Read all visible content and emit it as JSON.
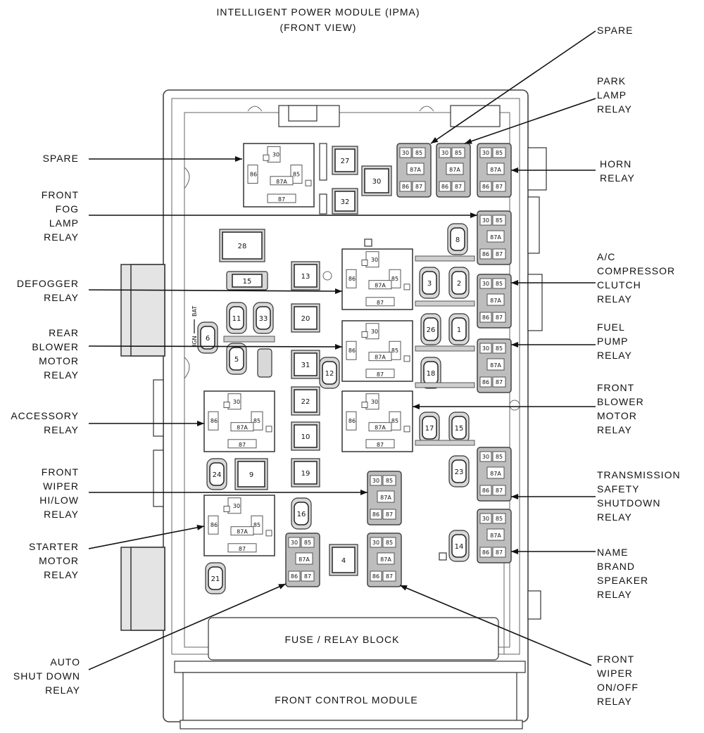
{
  "title": {
    "line1": "INTELLIGENT POWER MODULE (IPMA)",
    "line2": "(FRONT VIEW)"
  },
  "left_labels": {
    "spare": [
      "SPARE"
    ],
    "front_fog_lamp_relay": [
      "FRONT",
      "FOG",
      "LAMP",
      "RELAY"
    ],
    "defogger_relay": [
      "DEFOGGER",
      "RELAY"
    ],
    "rear_blower_motor_relay": [
      "REAR",
      "BLOWER",
      "MOTOR",
      "RELAY"
    ],
    "accessory_relay": [
      "ACCESSORY",
      "RELAY"
    ],
    "front_wiper_hi_low_relay": [
      "FRONT",
      "WIPER",
      "HI/LOW",
      "RELAY"
    ],
    "starter_motor_relay": [
      "STARTER",
      "MOTOR",
      "RELAY"
    ],
    "auto_shut_down_relay": [
      "AUTO",
      "SHUT DOWN",
      "RELAY"
    ]
  },
  "right_labels": {
    "spare": [
      "SPARE"
    ],
    "park_lamp_relay": [
      "PARK",
      "LAMP",
      "RELAY"
    ],
    "horn_relay": [
      "HORN",
      "RELAY"
    ],
    "ac_compressor_clutch_relay": [
      "A/C",
      "COMPRESSOR",
      "CLUTCH",
      "RELAY"
    ],
    "fuel_pump_relay": [
      "FUEL",
      "PUMP",
      "RELAY"
    ],
    "front_blower_motor_relay": [
      "FRONT",
      "BLOWER",
      "MOTOR",
      "RELAY"
    ],
    "transmission_safety_shutdown_relay": [
      "TRANSMISSION",
      "SAFETY",
      "SHUTDOWN",
      "RELAY"
    ],
    "name_brand_speaker_relay": [
      "NAME",
      "BRAND",
      "SPEAKER",
      "RELAY"
    ],
    "front_wiper_on_off_relay": [
      "FRONT",
      "WIPER",
      "ON/OFF",
      "RELAY"
    ]
  },
  "blocks": {
    "fuse_relay_block": "FUSE / RELAY BLOCK",
    "front_control_module": "FRONT CONTROL MODULE"
  },
  "ign_bat": [
    "IGN",
    "BAT"
  ],
  "pins": {
    "p30": "30",
    "p85": "85",
    "p86": "86",
    "p87": "87",
    "p87a": "87A"
  },
  "fuses": {
    "f1": "1",
    "f2": "2",
    "f3": "3",
    "f4": "4",
    "f5": "5",
    "f6": "6",
    "f8": "8",
    "f9": "9",
    "f10": "10",
    "f11": "11",
    "f12": "12",
    "f13": "13",
    "f14": "14",
    "f15a": "15",
    "f15b": "15",
    "f16": "16",
    "f17": "17",
    "f18": "18",
    "f19": "19",
    "f20": "20",
    "f21": "21",
    "f22": "22",
    "f23": "23",
    "f24": "24",
    "f26": "26",
    "f27": "27",
    "f28": "28",
    "f30": "30",
    "f31": "31",
    "f32": "32",
    "f33": "33"
  }
}
